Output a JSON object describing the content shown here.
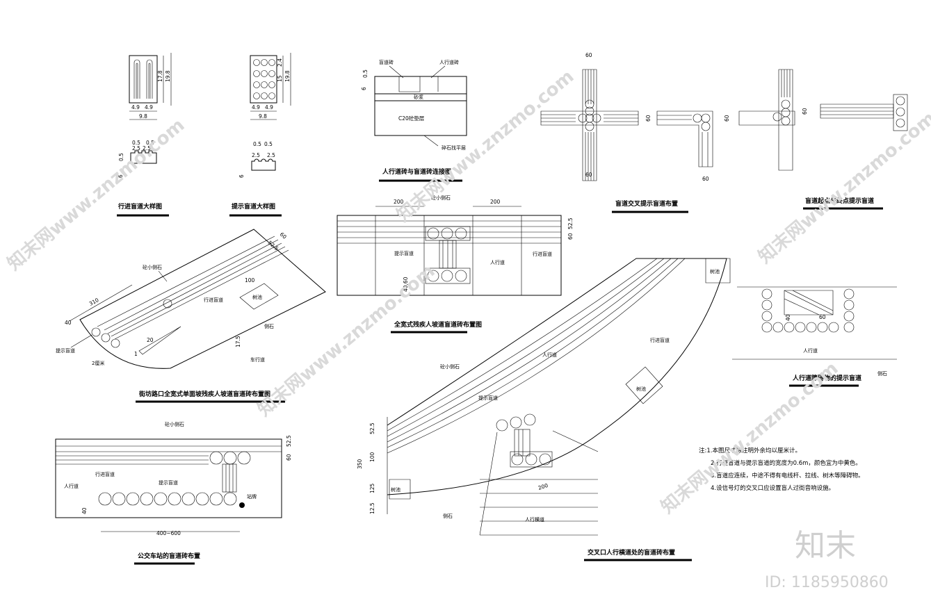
{
  "titles": {
    "blind_lane_detail": "行进盲道大样图",
    "warning_lane_detail": "提示盲道大样图",
    "connection": "人行道砖与盲道砖连接图",
    "cross": "盲道交叉提示盲道布置",
    "start_end": "盲道起点与终点提示盲道",
    "ramp": "街坊路口全宽式单面坡残疾人坡道盲道砖布置图",
    "full_ramp": "全宽式残疾人坡道盲道砖布置图",
    "bus": "公交车站的盲道砖布置",
    "intersection": "交叉口人行横道处的盲道砖布置",
    "obstacle": "人行道障碍物的提示盲道"
  },
  "labels": {
    "blind_lane": "盲道砖",
    "sidewalk_brick": "人行道砖",
    "sand": "砂浆",
    "c20": "C20砼垫层",
    "gravel": "碎石找平层",
    "curb_small": "砼小侧石",
    "travel_lane": "行进盲道",
    "warning_lane": "提示盲道",
    "tree_pool": "树池",
    "curb": "侧石",
    "roadway": "车行道",
    "sidewalk": "人行道",
    "radius": "2厘米",
    "bus_stop": "站牌",
    "crosswalk": "人行横道"
  },
  "dims": {
    "d17_8": "17.8",
    "d19_8": "19.8",
    "d4_9": "4.9",
    "d9_8": "9.8",
    "d2_4": "2.4",
    "d15": "15",
    "d0_5": "0.5",
    "d2_5": "2.5",
    "d6": "6",
    "d60": "60",
    "d200": "200",
    "d52_5": "52.5",
    "d4060": "40,60",
    "d310": "310",
    "d40": "40",
    "d100": "100",
    "d20": "20",
    "d1": "1",
    "d17_5": "17.5",
    "d350": "350",
    "d125": "125",
    "d12_5": "12.5",
    "d400_600": "400~600"
  },
  "notes": [
    "注:1.本图尺寸除注明外余均以厘米计。",
    "2.行进盲道与提示盲道的宽度为0.6m，颜色宜为中黄色。",
    "3.盲道应连续，中途不得有电线杆、拉线、树木等障碍物。",
    "4.设信号灯的交叉口应设置盲人过街音响设施。"
  ],
  "watermark": {
    "site": "知末网www.znzmo.com",
    "brand": "知末",
    "id": "ID: 1185950860"
  }
}
